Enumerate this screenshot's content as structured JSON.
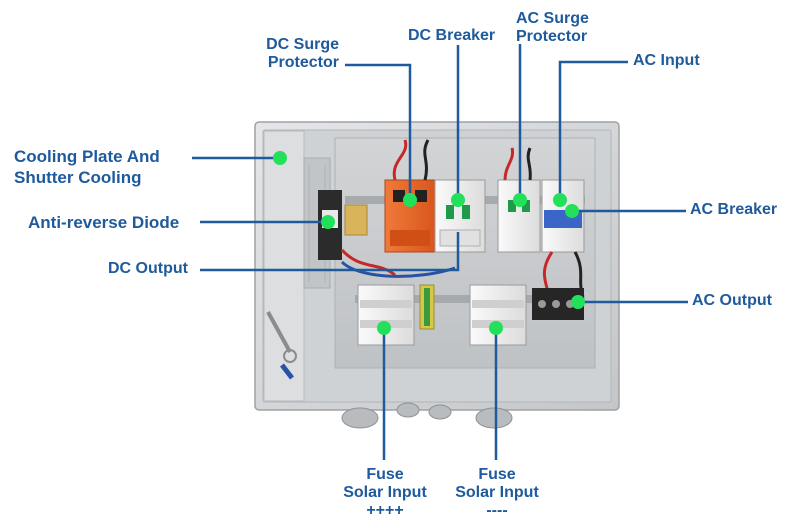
{
  "labels": {
    "cooling_line1": "Cooling Plate And",
    "cooling_line2": "Shutter Cooling",
    "anti_reverse_diode": "Anti-reverse Diode",
    "dc_output": "DC Output",
    "dc_surge_line1": "DC Surge",
    "dc_surge_line2": "Protector",
    "dc_breaker": "DC Breaker",
    "ac_surge_line1": "AC Surge",
    "ac_surge_line2": "Protector",
    "ac_input": "AC Input",
    "ac_breaker": "AC Breaker",
    "ac_output": "AC Output",
    "fuse_pos_line1": "Fuse",
    "fuse_pos_line2": "Solar Input",
    "fuse_pos_line3": "++++",
    "fuse_neg_line1": "Fuse",
    "fuse_neg_line2": "Solar Input",
    "fuse_neg_line3": "----"
  },
  "colors": {
    "label_text": "#1e5a9c",
    "leader_line": "#1e5a9c",
    "marker_dot": "#22e05a",
    "enclosure": "#d6d8da",
    "backplate": "#c9cbcd",
    "dc_surge_body": "#e8672a",
    "breaker_body": "#f2f2f2",
    "ac_breaker_accent": "#3a66c8"
  }
}
